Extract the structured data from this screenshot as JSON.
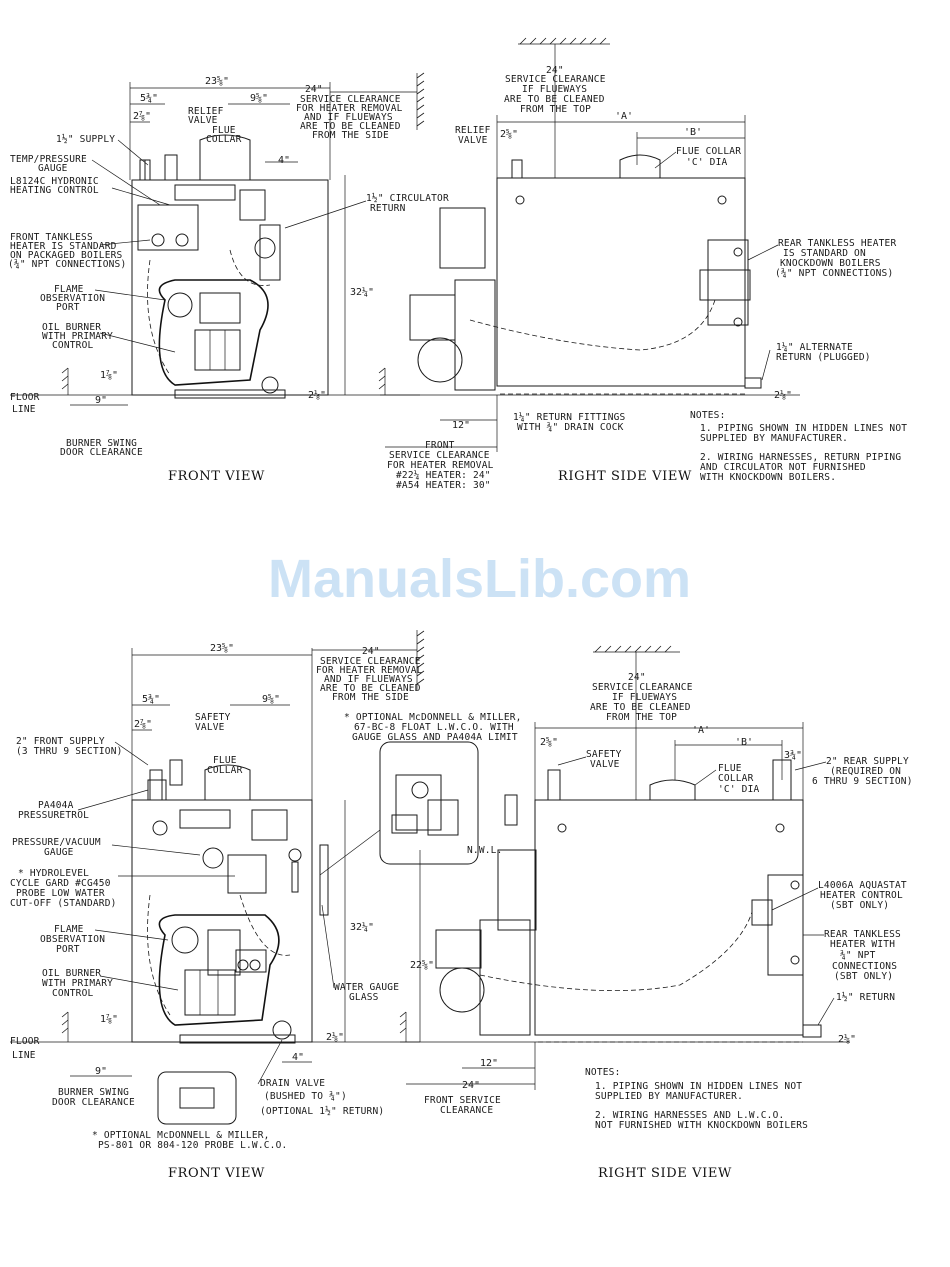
{
  "watermark": "ManualsLib.com",
  "top": {
    "front": {
      "title": "FRONT VIEW",
      "labels": {
        "width": "23⅝\"",
        "offset1": "5¾\"",
        "offset2": "2⅞\"",
        "offset3": "9⅝\"",
        "service": [
          "24\"",
          "SERVICE CLEARANCE",
          "FOR HEATER REMOVAL",
          "AND IF FLUEWAYS",
          "ARE TO BE CLEANED",
          "FROM THE SIDE"
        ],
        "relief": [
          "RELIEF",
          "VALVE"
        ],
        "flue": [
          "FLUE",
          "COLLAR"
        ],
        "supply": "1½\" SUPPLY",
        "temp": [
          "TEMP/PRESSURE",
          "GAUGE"
        ],
        "l8124": [
          "L8124C HYDRONIC",
          "HEATING CONTROL"
        ],
        "tankless": [
          "FRONT TANKLESS",
          "HEATER IS STANDARD",
          "ON PACKAGED BOILERS",
          "(¾\" NPT CONNECTIONS)"
        ],
        "flame": [
          "FLAME",
          "OBSERVATION",
          "PORT"
        ],
        "oil": [
          "OIL BURNER",
          "WITH PRIMARY",
          "CONTROL"
        ],
        "circ": [
          "1½\" CIRCULATOR",
          "RETURN"
        ],
        "four": "4\"",
        "height": "32¼\"",
        "floor": [
          "FLOOR",
          "LINE"
        ],
        "leg": "1⅞\"",
        "base": "2⅛\"",
        "swing": "9\"",
        "swing_lbl": [
          "BURNER SWING",
          "DOOR CLEARANCE"
        ]
      }
    },
    "side": {
      "title": "RIGHT SIDE VIEW",
      "labels": {
        "service": [
          "24\"",
          "SERVICE CLEARANCE",
          "IF FLUEWAYS",
          "ARE TO BE CLEANED",
          "FROM THE TOP"
        ],
        "dimA": "'A'",
        "dimB": "'B'",
        "relief": [
          "RELIEF",
          "VALVE"
        ],
        "relief_dim": "2⅝\"",
        "flue": [
          "FLUE COLLAR",
          "'C' DIA"
        ],
        "tankless": [
          "REAR TANKLESS HEATER",
          "IS STANDARD ON",
          "KNOCKDOWN BOILERS",
          "(¾\" NPT CONNECTIONS)"
        ],
        "alt": [
          "1¼\" ALTERNATE",
          "RETURN (PLUGGED)"
        ],
        "alt_dim": "2⅛\"",
        "twelve": "12\"",
        "fittings": [
          "1¼\" RETURN FITTINGS",
          "WITH ¾\" DRAIN COCK"
        ],
        "front": [
          "FRONT",
          "SERVICE CLEARANCE",
          "FOR HEATER REMOVAL",
          "#22¼ HEATER:  24\"",
          "#A54 HEATER:  30\""
        ],
        "notes": [
          "NOTES:",
          "1. PIPING SHOWN IN HIDDEN LINES NOT",
          "   SUPPLIED BY MANUFACTURER.",
          "2. WIRING HARNESSES, RETURN PIPING",
          "   AND CIRCULATOR NOT FURNISHED",
          "   WITH KNOCKDOWN BOILERS."
        ]
      }
    }
  },
  "bottom": {
    "front": {
      "title": "FRONT VIEW",
      "labels": {
        "width": "23⅝\"",
        "offset1": "5¾\"",
        "offset2": "2⅞\"",
        "offset3": "9⅝\"",
        "service": [
          "24\"",
          "SERVICE CLEARANCE",
          "FOR HEATER REMOVAL",
          "AND IF FLUEWAYS",
          "ARE TO BE CLEANED",
          "FROM THE SIDE"
        ],
        "safety": [
          "SAFETY",
          "VALVE"
        ],
        "flue": [
          "FLUE",
          "COLLAR"
        ],
        "supply": [
          "2\" FRONT SUPPLY",
          "(3 THRU 9 SECTION)"
        ],
        "pa404": [
          "PA404A",
          "PRESSURETROL"
        ],
        "press": [
          "PRESSURE/VACUUM",
          "GAUGE"
        ],
        "hydro": [
          "* HYDROLEVEL",
          "CYCLE GARD #CG450",
          "PROBE LOW WATER",
          "CUT-OFF (STANDARD)"
        ],
        "flame": [
          "FLAME",
          "OBSERVATION",
          "PORT"
        ],
        "oil": [
          "OIL BURNER",
          "WITH PRIMARY",
          "CONTROL"
        ],
        "optional": [
          "* OPTIONAL McDONNELL & MILLER,",
          "67-BC-8 FLOAT L.W.C.O. WITH",
          "GAUGE GLASS AND PA404A LIMIT"
        ],
        "height": "32¼\"",
        "gauge": [
          "WATER GAUGE",
          "GLASS"
        ],
        "floor": [
          "FLOOR",
          "LINE"
        ],
        "leg": "1⅞\"",
        "base": "2⅛\"",
        "four": "4\"",
        "swing": "9\"",
        "swing_lbl": [
          "BURNER SWING",
          "DOOR CLEARANCE"
        ],
        "drain": [
          "DRAIN VALVE",
          "(BUSHED TO ¾\")",
          "(OPTIONAL 1½\" RETURN)"
        ],
        "ps801": [
          "* OPTIONAL McDONNELL & MILLER,",
          "PS-801 OR 804-120 PROBE L.W.C.O."
        ]
      }
    },
    "side": {
      "title": "RIGHT SIDE VIEW",
      "labels": {
        "service": [
          "24\"",
          "SERVICE CLEARANCE",
          "IF FLUEWAYS",
          "ARE TO BE CLEANED",
          "FROM THE TOP"
        ],
        "dimA": "'A'",
        "dimB": "'B'",
        "safety": [
          "SAFETY",
          "VALVE"
        ],
        "safety_dim": "2⅝\"",
        "rear_dim": "3¾\"",
        "flue": [
          "FLUE",
          "COLLAR",
          "'C' DIA"
        ],
        "rear_supply": [
          "2\" REAR SUPPLY",
          "(REQUIRED ON",
          "6 THRU 9 SECTION)"
        ],
        "nwl": "N.W.L.",
        "l4006": [
          "L4006A AQUASTAT",
          "HEATER CONTROL",
          "(SBT ONLY)"
        ],
        "tankless": [
          "REAR TANKLESS",
          "HEATER WITH",
          "¾\" NPT",
          "CONNECTIONS",
          "(SBT ONLY)"
        ],
        "ret": "1½\" RETURN",
        "ret_dim": "2⅛\"",
        "height": "22⅝\"",
        "twelve": "12\"",
        "front_dim": "24\"",
        "front": [
          "FRONT SERVICE",
          "CLEARANCE"
        ],
        "notes": [
          "NOTES:",
          "1. PIPING SHOWN IN HIDDEN LINES NOT",
          "   SUPPLIED BY MANUFACTURER.",
          "2. WIRING HARNESSES AND L.W.C.O.",
          "   NOT FURNISHED WITH KNOCKDOWN BOILERS"
        ]
      }
    }
  }
}
